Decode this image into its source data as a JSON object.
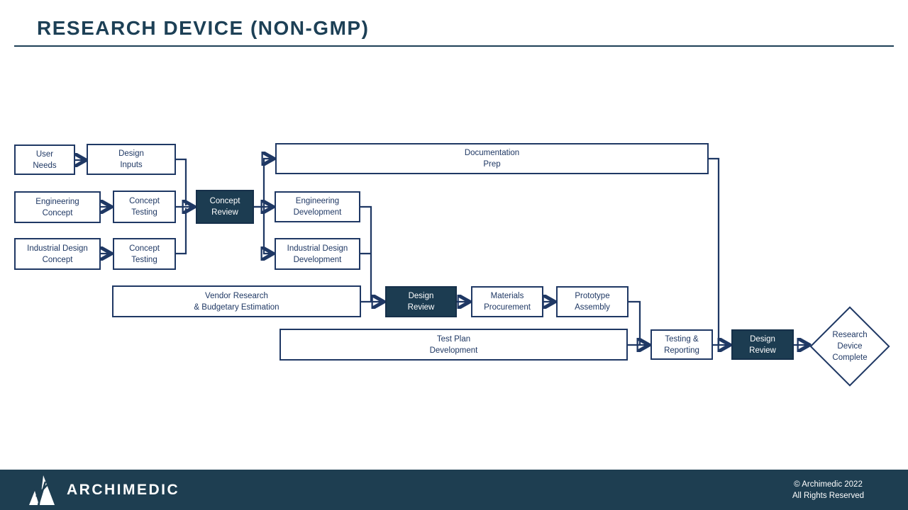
{
  "title": "RESEARCH DEVICE (NON-GMP)",
  "colors": {
    "box_border_navy": "#1F3864",
    "dark_box_fill": "#1C3C51",
    "title_text": "#1D4056",
    "footer_bg": "#1E3E51"
  },
  "flowchart": {
    "nodes": {
      "user_needs": {
        "label": "User\nNeeds",
        "style": "outline"
      },
      "design_inputs": {
        "label": "Design\nInputs",
        "style": "outline"
      },
      "documentation_prep": {
        "label": "Documentation\nPrep",
        "style": "outline"
      },
      "engineering_concept": {
        "label": "Engineering\nConcept",
        "style": "outline"
      },
      "concept_testing_1": {
        "label": "Concept\nTesting",
        "style": "outline"
      },
      "concept_review": {
        "label": "Concept\nReview",
        "style": "dark"
      },
      "engineering_development": {
        "label": "Engineering\nDevelopment",
        "style": "outline"
      },
      "industrial_design_concept": {
        "label": "Industrial Design\nConcept",
        "style": "outline"
      },
      "concept_testing_2": {
        "label": "Concept\nTesting",
        "style": "outline"
      },
      "industrial_design_development": {
        "label": "Industrial Design\nDevelopment",
        "style": "outline"
      },
      "vendor_research": {
        "label": "Vendor Research\n& Budgetary Estimation",
        "style": "outline"
      },
      "design_review_1": {
        "label": "Design\nReview",
        "style": "dark"
      },
      "materials_procurement": {
        "label": "Materials\nProcurement",
        "style": "outline"
      },
      "prototype_assembly": {
        "label": "Prototype\nAssembly",
        "style": "outline"
      },
      "test_plan_development": {
        "label": "Test Plan\nDevelopment",
        "style": "outline"
      },
      "testing_reporting": {
        "label": "Testing &\nReporting",
        "style": "outline"
      },
      "design_review_2": {
        "label": "Design\nReview",
        "style": "dark"
      },
      "research_device_complete": {
        "label": "Research\nDevice\nComplete",
        "style": "diamond"
      }
    },
    "edges": [
      {
        "from": "user_needs",
        "to": "design_inputs"
      },
      {
        "from": "engineering_concept",
        "to": "concept_testing_1"
      },
      {
        "from": "industrial_design_concept",
        "to": "concept_testing_2"
      },
      {
        "from": "design_inputs",
        "to": "concept_review"
      },
      {
        "from": "concept_testing_1",
        "to": "concept_review"
      },
      {
        "from": "concept_testing_2",
        "to": "concept_review"
      },
      {
        "from": "concept_review",
        "to": "documentation_prep"
      },
      {
        "from": "concept_review",
        "to": "engineering_development"
      },
      {
        "from": "concept_review",
        "to": "industrial_design_development"
      },
      {
        "from": "engineering_development",
        "to": "design_review_1"
      },
      {
        "from": "industrial_design_development",
        "to": "design_review_1"
      },
      {
        "from": "vendor_research",
        "to": "design_review_1"
      },
      {
        "from": "design_review_1",
        "to": "materials_procurement"
      },
      {
        "from": "materials_procurement",
        "to": "prototype_assembly"
      },
      {
        "from": "prototype_assembly",
        "to": "testing_reporting"
      },
      {
        "from": "test_plan_development",
        "to": "testing_reporting"
      },
      {
        "from": "documentation_prep",
        "to": "design_review_2"
      },
      {
        "from": "testing_reporting",
        "to": "design_review_2"
      },
      {
        "from": "design_review_2",
        "to": "research_device_complete"
      }
    ]
  },
  "footer": {
    "brand": "ARCHIMEDIC",
    "logo_icon": "archimedic-mountain-logo",
    "copyright": "© Archimedic 2022\nAll Rights Reserved"
  }
}
